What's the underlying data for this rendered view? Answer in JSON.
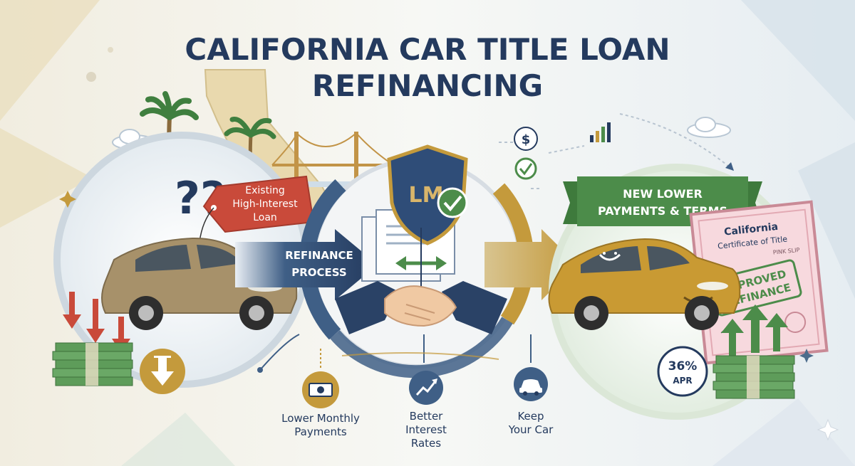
{
  "title": {
    "line1": "CALIFORNIA CAR TITLE LOAN",
    "line2": "REFINANCING"
  },
  "old_loan": {
    "tag_line1": "Existing",
    "tag_line2": "High-Interest",
    "tag_line3": "Loan",
    "question_marks": "??"
  },
  "process": {
    "arrow_line1": "REFINANCE",
    "arrow_line2": "PROCESS",
    "shield_logo": "LM"
  },
  "new_loan": {
    "banner_line1": "NEW LOWER",
    "banner_line2": "PAYMENTS & TERMS"
  },
  "certificate": {
    "state": "California",
    "name": "Certificate of Title",
    "tag": "PINK SLIP",
    "stamp_line1": "APPROVED",
    "stamp_line2": "REFINANCE"
  },
  "apr_badge": {
    "value": "36%",
    "unit": "APR"
  },
  "benefits": [
    {
      "icon": "money-bill-icon",
      "line1": "Lower Monthly",
      "line2": "Payments",
      "line3": ""
    },
    {
      "icon": "trend-up-icon",
      "line1": "Better",
      "line2": "Interest",
      "line3": "Rates"
    },
    {
      "icon": "car-icon",
      "line1": "Keep",
      "line2": "Your Car",
      "line3": ""
    }
  ],
  "small_icons": {
    "dollar": "$"
  },
  "colors": {
    "navy": "#243a5e",
    "gold": "#c49a3c",
    "green": "#4c8c4a",
    "red": "#c94a3a",
    "car_old": "#a7916a",
    "car_new": "#c99a33"
  }
}
